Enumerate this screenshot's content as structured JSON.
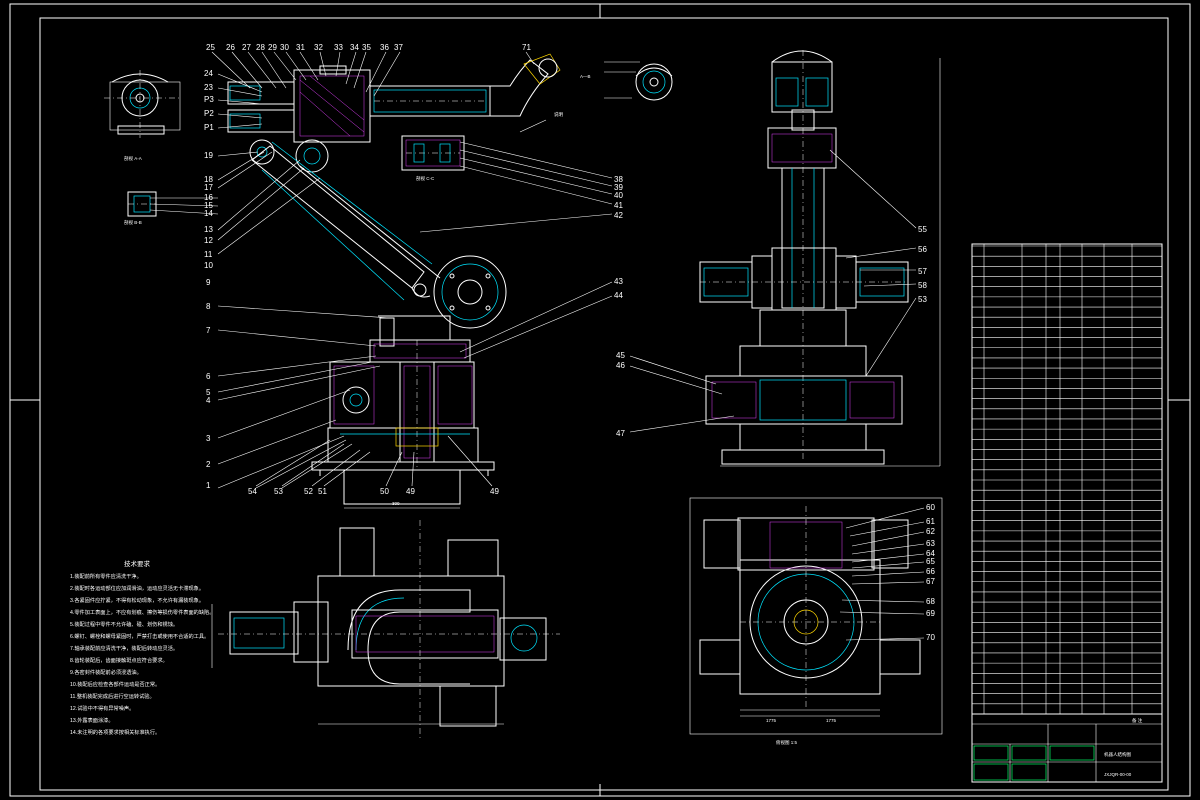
{
  "drawing": {
    "title_block": {
      "title_text": "机器人结构图",
      "drawing_number": "JXJQR-00-00",
      "heading_text": "备 注"
    },
    "notes_title": "技术要求",
    "notes": [
      "1.装配前所有零件应清洗干净。",
      "2.装配时各运动部位应加润滑油，运动应灵活无卡滞现象。",
      "3.各紧固件应拧紧，不得有松动现象，不允许有漏装现象。",
      "4.零件加工表面上，不应有划痕、擦伤等损伤零件表面的缺陷。",
      "5.装配过程中零件不允许磕、碰、划伤和锈蚀。",
      "6.螺钉、螺栓和螺母紧固时，严禁打击或使用不合适的工具。",
      "7.轴承装配前应清洗干净，装配后转动应灵活。",
      "8.齿轮装配后，齿面接触斑点应符合要求。",
      "9.各密封件装配前必须浸透油。",
      "10.装配后应检查各部件运动是否正常。",
      "11.整机装配完成后进行空运转试验。",
      "12.试验中不得有异常噪声。",
      "13.外露表面涂漆。",
      "14.未注明的各项要求按相关标准执行。"
    ],
    "balloons_left": [
      "1",
      "2",
      "3",
      "4",
      "5",
      "6",
      "7",
      "8",
      "9",
      "10",
      "11",
      "12",
      "13",
      "14",
      "15",
      "16",
      "17",
      "18",
      "19",
      "P1",
      "P2",
      "P3",
      "23",
      "24"
    ],
    "balloons_top": [
      "25",
      "26",
      "27",
      "28",
      "29",
      "30",
      "31",
      "32",
      "33",
      "34",
      "35",
      "36",
      "37"
    ],
    "balloons_mid": [
      "38",
      "39",
      "40",
      "41",
      "42",
      "43",
      "44"
    ],
    "balloons_bottom": [
      "54",
      "53",
      "52",
      "51",
      "50",
      "49",
      "49"
    ],
    "balloons_right": [
      "55",
      "56",
      "57",
      "58",
      "53",
      "45",
      "46",
      "47"
    ],
    "balloons_plan": [
      "60",
      "61",
      "62",
      "63",
      "64",
      "65",
      "66",
      "67",
      "68",
      "69",
      "70"
    ],
    "top_callout": "71",
    "section_labels": {
      "a": "剖视 A-A",
      "b": "剖视 B-B",
      "c": "剖视 C-C",
      "d": "A—B",
      "plan": "俯视图 1:5"
    },
    "bom_rows": 46
  }
}
